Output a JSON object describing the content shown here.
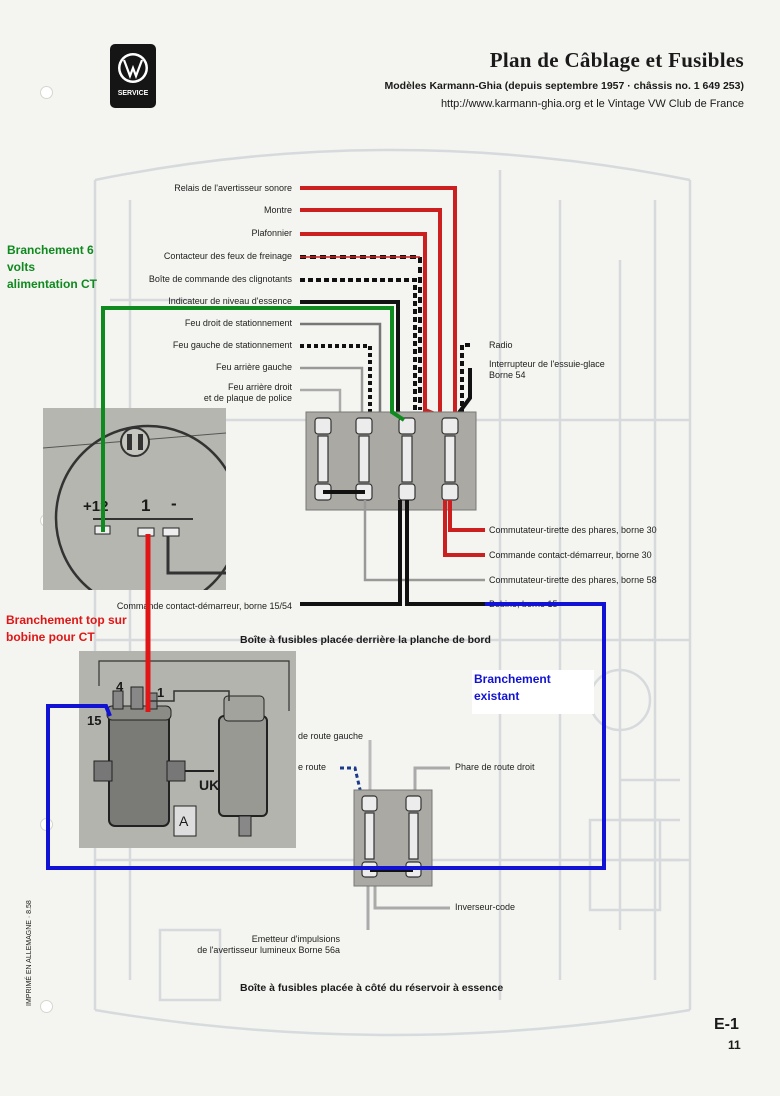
{
  "header": {
    "logo_label": "SERVICE",
    "title": "Plan de Câblage et Fusibles",
    "subtitle": "Modèles Karmann-Ghia (depuis septembre 1957 · châssis no. 1 649 253)",
    "url": "http://www.karmann-ghia.org et le Vintage VW Club de France"
  },
  "upper_box": {
    "left_labels": [
      "Relais de l'avertisseur sonore",
      "Montre",
      "Plafonnier",
      "Contacteur des feux de freinage",
      "Boîte de commande des clignotants",
      "Indicateur de niveau d'essence",
      "Feu droit de stationnement",
      "Feu gauche de stationnement",
      "Feu arrière gauche",
      "Feu arrière droit",
      "et de plaque de police"
    ],
    "right_top_labels": [
      "Radio",
      "Interrupteur de l'essuie-glace",
      "Borne 54"
    ],
    "right_bottom_labels": [
      "Commutateur-tirette des phares, borne 30",
      "Commande contact-démarreur, borne 30",
      "Commutateur-tirette des phares, borne 58",
      "Bobine, borne 15"
    ],
    "bottom_left_label": "Commande contact-démarreur, borne 15/54",
    "caption": "Boîte à fusibles placée derrière la planche de bord"
  },
  "lower_box": {
    "labels": [
      "de route gauche",
      "e route",
      "Phare de route droit",
      "Inverseur-code",
      "Emetteur d'impulsions",
      "de l'avertisseur lumineux Borne 56a"
    ],
    "caption": "Boîte à fusibles placée à côté du réservoir à essence"
  },
  "annotations": {
    "green_note": "Branchement 6\nvolts\nalimentation CT",
    "red_note": "Branchement top sur\nbobine pour CT",
    "blue_note": "Branchement\nexistant"
  },
  "inset_gauge": {
    "plus_label": "+12",
    "one_label": "1",
    "minus_label": "-"
  },
  "inset_coil": {
    "label_4": "4",
    "label_15": "15",
    "label_1": "1",
    "uk_label": "UK",
    "a_label": "A"
  },
  "footer": {
    "side_text": "IMPRIMÉ EN ALLEMAGNE · 8.58",
    "page_code": "E-1",
    "page_number": "11"
  },
  "colors": {
    "green": "#0f8a1f",
    "red": "#e01616",
    "blue": "#1212d4",
    "wire_red": "#cc2020",
    "wire_black": "#111111"
  }
}
